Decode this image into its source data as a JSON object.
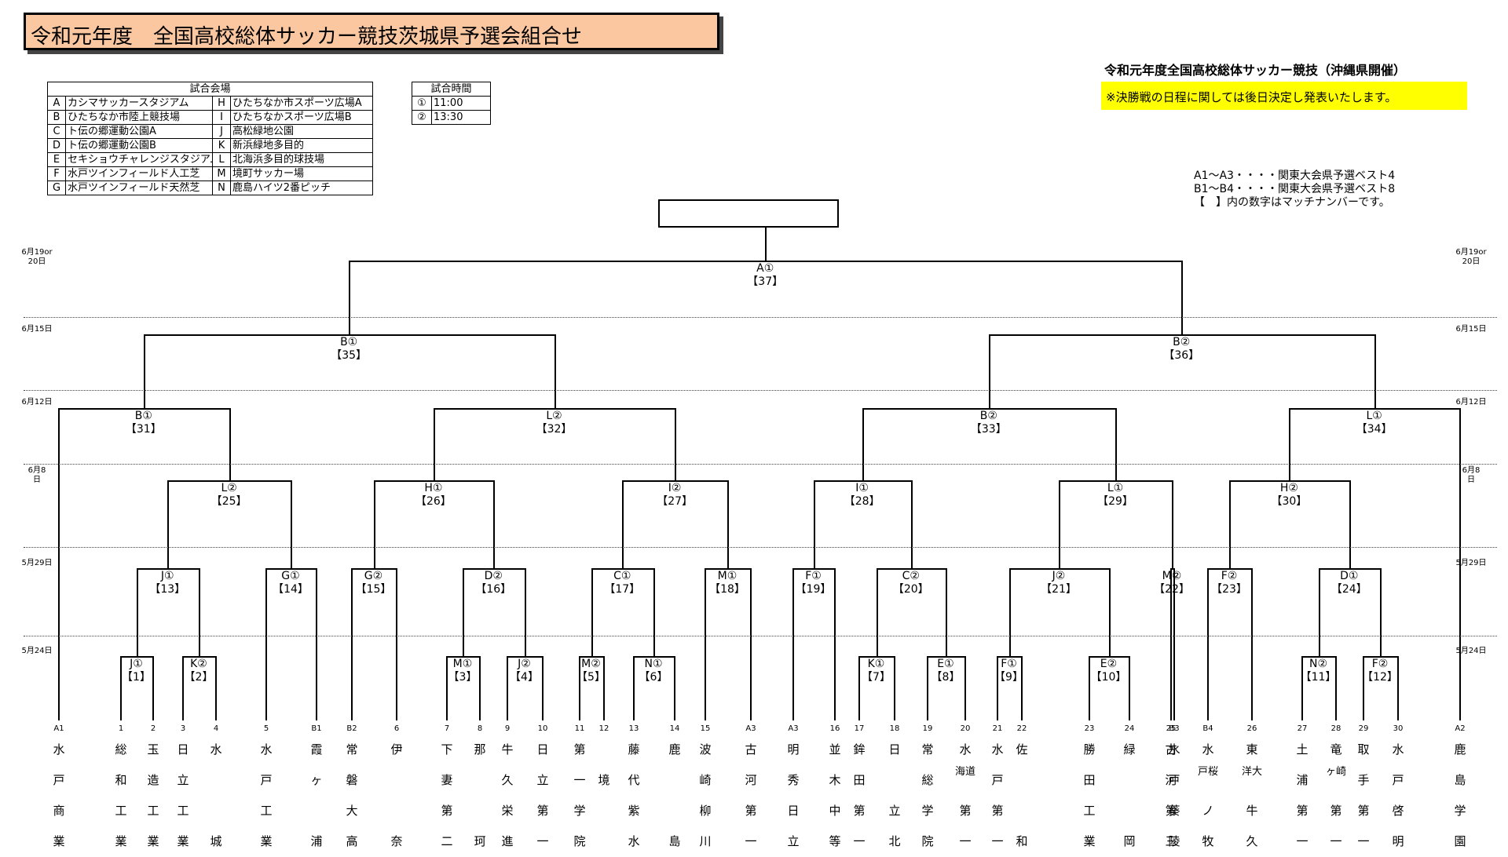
{
  "title": "令和元年度　全国高校総体サッカー競技茨城県予選会組合せ",
  "top_right_title": "令和元年度全国高校総体サッカー競技（沖縄県開催）",
  "notice": "※決勝戦の日程に関しては後日決定し発表いたします。",
  "venues": {
    "header": "試合会場",
    "rows": [
      [
        "A",
        "カシマサッカースタジアム",
        "H",
        "ひたちなか市スポーツ広場A"
      ],
      [
        "B",
        "ひたちなか市陸上競技場",
        "I",
        "ひたちなかスポーツ広場B"
      ],
      [
        "C",
        "ト伝の郷運動公園A",
        "J",
        "高松緑地公園"
      ],
      [
        "D",
        "ト伝の郷運動公園B",
        "K",
        "新浜緑地多目的"
      ],
      [
        "E",
        "セキショウチャレンジスタジアム",
        "L",
        "北海浜多目的球技場"
      ],
      [
        "F",
        "水戸ツインフィールド人工芝",
        "M",
        "境町サッカー場"
      ],
      [
        "G",
        "水戸ツインフィールド天然芝",
        "N",
        "鹿島ハイツ2番ピッチ"
      ]
    ]
  },
  "times": {
    "header": "試合時間",
    "rows": [
      [
        "①",
        "11:00"
      ],
      [
        "②",
        "13:30"
      ]
    ]
  },
  "legend": [
    "A1～A3・・・・関東大会県予選ベスト4",
    "B1～B4・・・・関東大会県予選ベスト8",
    "【　】内の数字はマッチナンバーです。"
  ],
  "dates": [
    {
      "text": "6月19or\n20日",
      "y": 0
    },
    {
      "text": "6月15日",
      "y": 1
    },
    {
      "text": "6月12日",
      "y": 2
    },
    {
      "text": "6月8\n日",
      "y": 3
    },
    {
      "text": "5月29日",
      "y": 4
    },
    {
      "text": "5月24日",
      "y": 5
    }
  ],
  "matches": [
    {
      "id": "37",
      "venue": "A①"
    },
    {
      "id": "35",
      "venue": "B①"
    },
    {
      "id": "36",
      "venue": "B②"
    },
    {
      "id": "31",
      "venue": "B①"
    },
    {
      "id": "32",
      "venue": "L②"
    },
    {
      "id": "33",
      "venue": "B②"
    },
    {
      "id": "34",
      "venue": "L①"
    },
    {
      "id": "25",
      "venue": "L②"
    },
    {
      "id": "26",
      "venue": "H①"
    },
    {
      "id": "27",
      "venue": "I②"
    },
    {
      "id": "28",
      "venue": "I①"
    },
    {
      "id": "29",
      "venue": "L①"
    },
    {
      "id": "30",
      "venue": "H②"
    },
    {
      "id": "13",
      "venue": "J①"
    },
    {
      "id": "14",
      "venue": "G①"
    },
    {
      "id": "15",
      "venue": "G②"
    },
    {
      "id": "16",
      "venue": "D②"
    },
    {
      "id": "17",
      "venue": "C①"
    },
    {
      "id": "18",
      "venue": "M①"
    },
    {
      "id": "19",
      "venue": "F①"
    },
    {
      "id": "20",
      "venue": "C②"
    },
    {
      "id": "21",
      "venue": "J②"
    },
    {
      "id": "22",
      "venue": "M②"
    },
    {
      "id": "23",
      "venue": "F②"
    },
    {
      "id": "24",
      "venue": "D①"
    },
    {
      "id": "1",
      "venue": "J①"
    },
    {
      "id": "2",
      "venue": "K②"
    },
    {
      "id": "3",
      "venue": "M①"
    },
    {
      "id": "4",
      "venue": "J②"
    },
    {
      "id": "5",
      "venue": "M②"
    },
    {
      "id": "6",
      "venue": "N①"
    },
    {
      "id": "7",
      "venue": "K①"
    },
    {
      "id": "8",
      "venue": "E①"
    },
    {
      "id": "9",
      "venue": "F①"
    },
    {
      "id": "10",
      "venue": "E②"
    },
    {
      "id": "11",
      "venue": "N②"
    },
    {
      "id": "12",
      "venue": "F②"
    }
  ],
  "teams": [
    {
      "code": "A1",
      "name": [
        "水",
        "戸",
        "商",
        "業"
      ]
    },
    {
      "code": "1",
      "name": [
        "総",
        "和",
        "工",
        "業"
      ]
    },
    {
      "code": "2",
      "name": [
        "玉",
        "造",
        "工",
        "業"
      ]
    },
    {
      "code": "3",
      "name": [
        "日",
        "立",
        "工",
        "業"
      ]
    },
    {
      "code": "4",
      "name": [
        "水",
        "",
        "",
        "城"
      ]
    },
    {
      "code": "5",
      "name": [
        "水",
        "戸",
        "工",
        "業"
      ]
    },
    {
      "code": "B1",
      "name": [
        "霞",
        "ヶ",
        "",
        "浦"
      ]
    },
    {
      "code": "B2",
      "name": [
        "常",
        "磐",
        "大",
        "高"
      ]
    },
    {
      "code": "6",
      "name": [
        "伊",
        "",
        "",
        "奈"
      ]
    },
    {
      "code": "7",
      "name": [
        "下",
        "妻",
        "第",
        "二"
      ]
    },
    {
      "code": "8",
      "name": [
        "那",
        "",
        "",
        "珂"
      ]
    },
    {
      "code": "9",
      "name": [
        "牛",
        "久",
        "栄",
        "進"
      ]
    },
    {
      "code": "10",
      "name": [
        "日",
        "立",
        "第",
        "一"
      ]
    },
    {
      "code": "11",
      "name": [
        "第",
        "一",
        "学",
        "院"
      ]
    },
    {
      "code": "12",
      "name": [
        "",
        "境",
        "",
        ""
      ]
    },
    {
      "code": "13",
      "name": [
        "藤",
        "代",
        "紫",
        "水"
      ]
    },
    {
      "code": "14",
      "name": [
        "鹿",
        "",
        "",
        "島"
      ]
    },
    {
      "code": "15",
      "name": [
        "波",
        "崎",
        "柳",
        "川"
      ]
    },
    {
      "code": "A3",
      "name": [
        "古",
        "河",
        "第",
        "一"
      ]
    },
    {
      "code": "A3",
      "name": [
        "明",
        "秀",
        "日",
        "立"
      ]
    },
    {
      "code": "16",
      "name": [
        "並",
        "木",
        "中",
        "等"
      ]
    },
    {
      "code": "17",
      "name": [
        "鉾",
        "田",
        "第",
        "一"
      ]
    },
    {
      "code": "18",
      "name": [
        "日",
        "",
        "立",
        "北"
      ]
    },
    {
      "code": "19",
      "name": [
        "常",
        "総",
        "学",
        "院"
      ]
    },
    {
      "code": "20",
      "name": [
        "水",
        "海道",
        "第",
        "一"
      ]
    },
    {
      "code": "21",
      "name": [
        "水",
        "戸",
        "第",
        "一"
      ]
    },
    {
      "code": "22",
      "name": [
        "佐",
        "",
        "",
        "和"
      ]
    },
    {
      "code": "23",
      "name": [
        "勝",
        "田",
        "工",
        "業"
      ]
    },
    {
      "code": "24",
      "name": [
        "緑",
        "",
        "",
        "岡"
      ]
    },
    {
      "code": "25",
      "name": [
        "古",
        "河",
        "第",
        "三"
      ]
    },
    {
      "code": "B3",
      "name": [
        "水",
        "戸",
        "葵",
        "陵"
      ]
    },
    {
      "code": "B4",
      "name": [
        "水",
        "戸桜",
        "ノ",
        "牧"
      ]
    },
    {
      "code": "26",
      "name": [
        "東",
        "洋大",
        "牛",
        "久"
      ]
    },
    {
      "code": "27",
      "name": [
        "土",
        "浦",
        "第",
        "一"
      ]
    },
    {
      "code": "28",
      "name": [
        "竜",
        "ヶ崎",
        "第",
        "一"
      ]
    },
    {
      "code": "29",
      "name": [
        "取",
        "手",
        "第",
        "一"
      ]
    },
    {
      "code": "30",
      "name": [
        "水",
        "戸",
        "啓",
        "明"
      ]
    },
    {
      "code": "A2",
      "name": [
        "鹿",
        "島",
        "学",
        "園"
      ]
    }
  ]
}
